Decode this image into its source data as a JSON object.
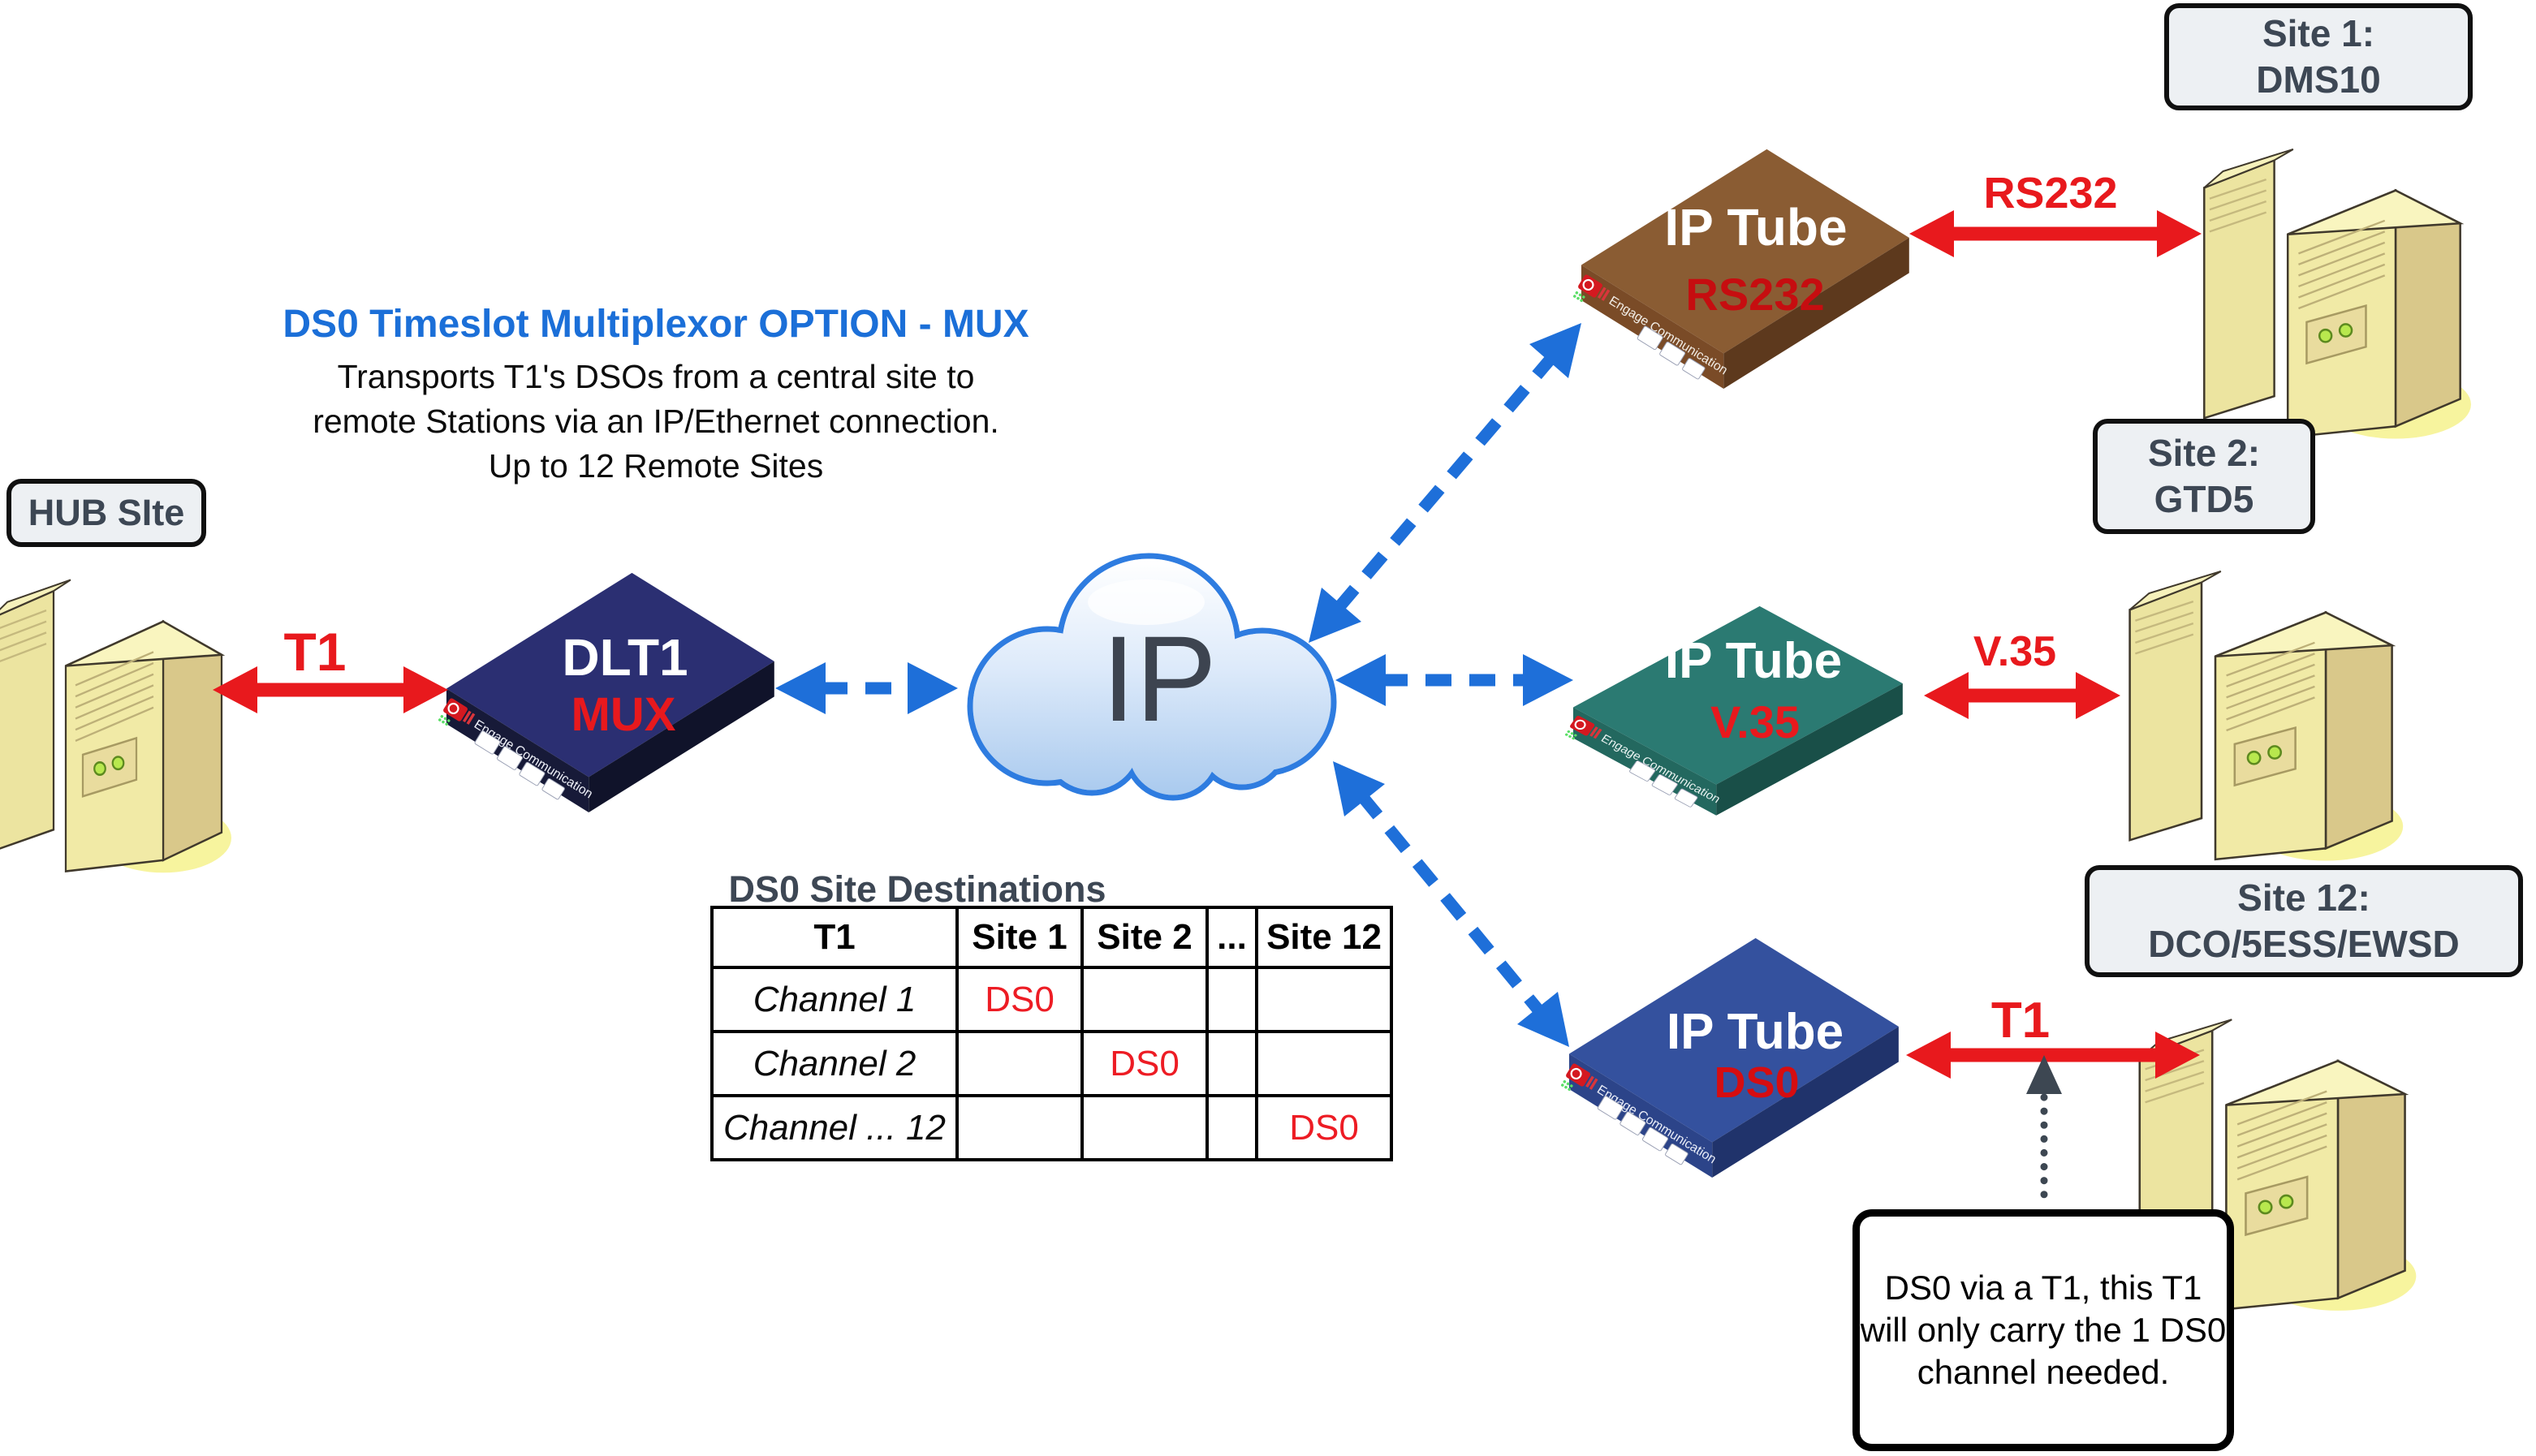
{
  "heading": {
    "title": "DS0 Timeslot Multiplexor OPTION - MUX",
    "line1": "Transports T1's DSOs from a central site to",
    "line2": "remote Stations via an IP/Ethernet connection.",
    "line3": "Up to 12 Remote Sites"
  },
  "hub": {
    "label": "HUB SIte"
  },
  "cloud": {
    "label": "IP"
  },
  "devices": {
    "dlt1": {
      "name": "DLT1",
      "model": "MUX",
      "brand": "Engage Communication"
    },
    "tube_rs232": {
      "name": "IP Tube",
      "model": "RS232",
      "brand": "Engage Communication"
    },
    "tube_v35": {
      "name": "IP Tube",
      "model": "V.35",
      "brand": "Engage Communication"
    },
    "tube_ds0": {
      "name": "IP Tube",
      "model": "DS0",
      "brand": "Engage Communication"
    }
  },
  "links": {
    "t1_hub": "T1",
    "rs232": "RS232",
    "v35": "V.35",
    "t1_site12": "T1"
  },
  "sites": {
    "site1": {
      "title": "Site 1:",
      "system": "DMS10"
    },
    "site2": {
      "title": "Site 2:",
      "system": "GTD5"
    },
    "site12": {
      "title": "Site 12:",
      "system": "DCO/5ESS/EWSD"
    }
  },
  "table": {
    "title": "DS0 Site Destinations",
    "headers": [
      "T1",
      "Site 1",
      "Site 2",
      "...",
      "Site 12"
    ],
    "rows": [
      {
        "label": "Channel 1",
        "cells": [
          "DS0",
          "",
          "",
          ""
        ]
      },
      {
        "label": "Channel 2",
        "cells": [
          "",
          "DS0",
          "",
          ""
        ]
      },
      {
        "label": "Channel ... 12",
        "cells": [
          "",
          "",
          "",
          "DS0"
        ]
      }
    ]
  },
  "note": {
    "line1": "DS0 via a T1, this T1",
    "line2": "will only carry the 1 DS0",
    "line3": "channel needed."
  },
  "colors": {
    "accent_blue": "#1e6fd9",
    "arrow_red": "#e8191d",
    "slate": "#3d4754",
    "cloud_border": "#2e7ce0"
  }
}
